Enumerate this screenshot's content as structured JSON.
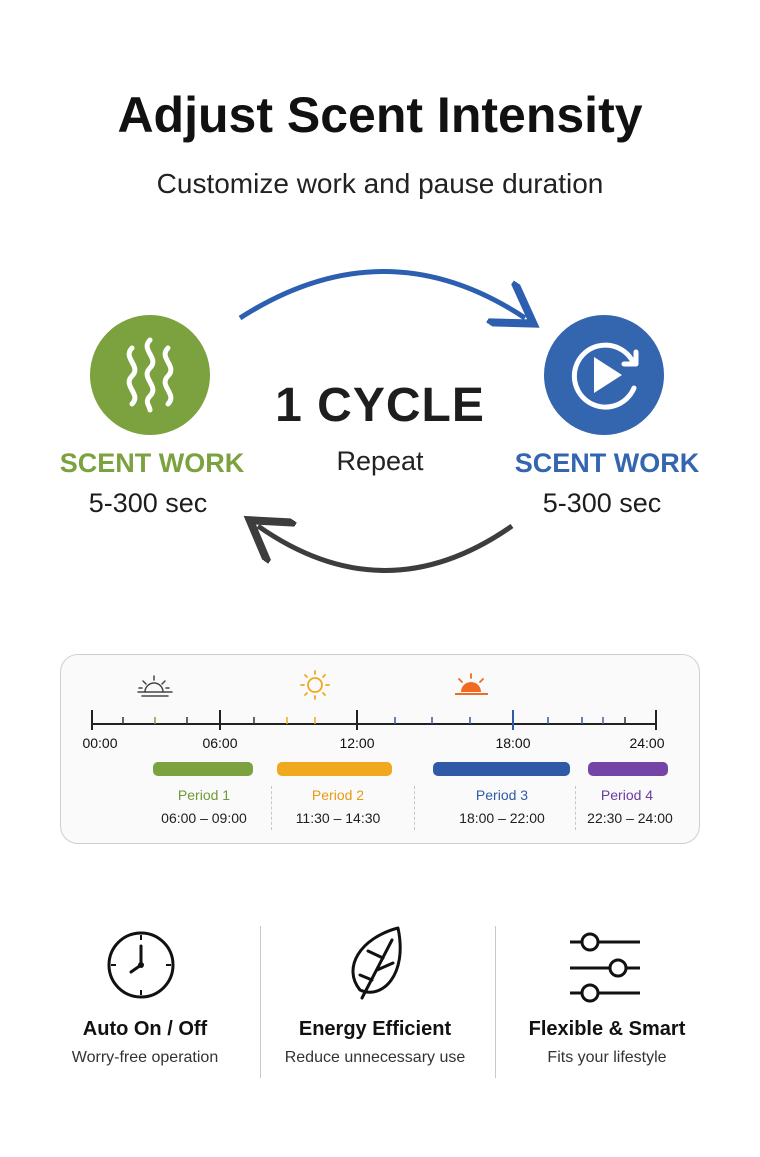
{
  "header": {
    "title": "Adjust Scent Intensity",
    "subtitle": "Customize work and pause duration"
  },
  "cycle": {
    "title": "1 CYCLE",
    "subtitle": "Repeat",
    "left": {
      "label": "SCENT WORK",
      "range": "5-300 sec",
      "color": "#7ba23f",
      "icon": "steam-icon"
    },
    "right": {
      "label": "SCENT WORK",
      "range": "5-300 sec",
      "color": "#3466b0",
      "icon": "play-repeat-icon"
    }
  },
  "schedule": {
    "axis_labels": [
      "00:00",
      "06:00",
      "12:00",
      "18:00",
      "24:00"
    ],
    "icons": [
      "sunrise-icon",
      "sun-icon",
      "sunset-icon",
      "moon-icon"
    ],
    "periods": [
      {
        "name": "Period 1",
        "time": "06:00 – 09:00",
        "color": "#7ba23f"
      },
      {
        "name": "Period 2",
        "time": "11:30 – 14:30",
        "color": "#f0a81f"
      },
      {
        "name": "Period 3",
        "time": "18:00 – 22:00",
        "color": "#2f5aa6"
      },
      {
        "name": "Period 4",
        "time": "22:30 – 24:00",
        "color": "#7445a6"
      }
    ]
  },
  "features": [
    {
      "title": "Auto On / Off",
      "subtitle": "Worry-free operation",
      "icon": "clock-icon"
    },
    {
      "title": "Energy Efficient",
      "subtitle": "Reduce unnecessary use",
      "icon": "leaf-icon"
    },
    {
      "title": "Flexible & Smart",
      "subtitle": "Fits your lifestyle",
      "icon": "sliders-icon"
    }
  ]
}
